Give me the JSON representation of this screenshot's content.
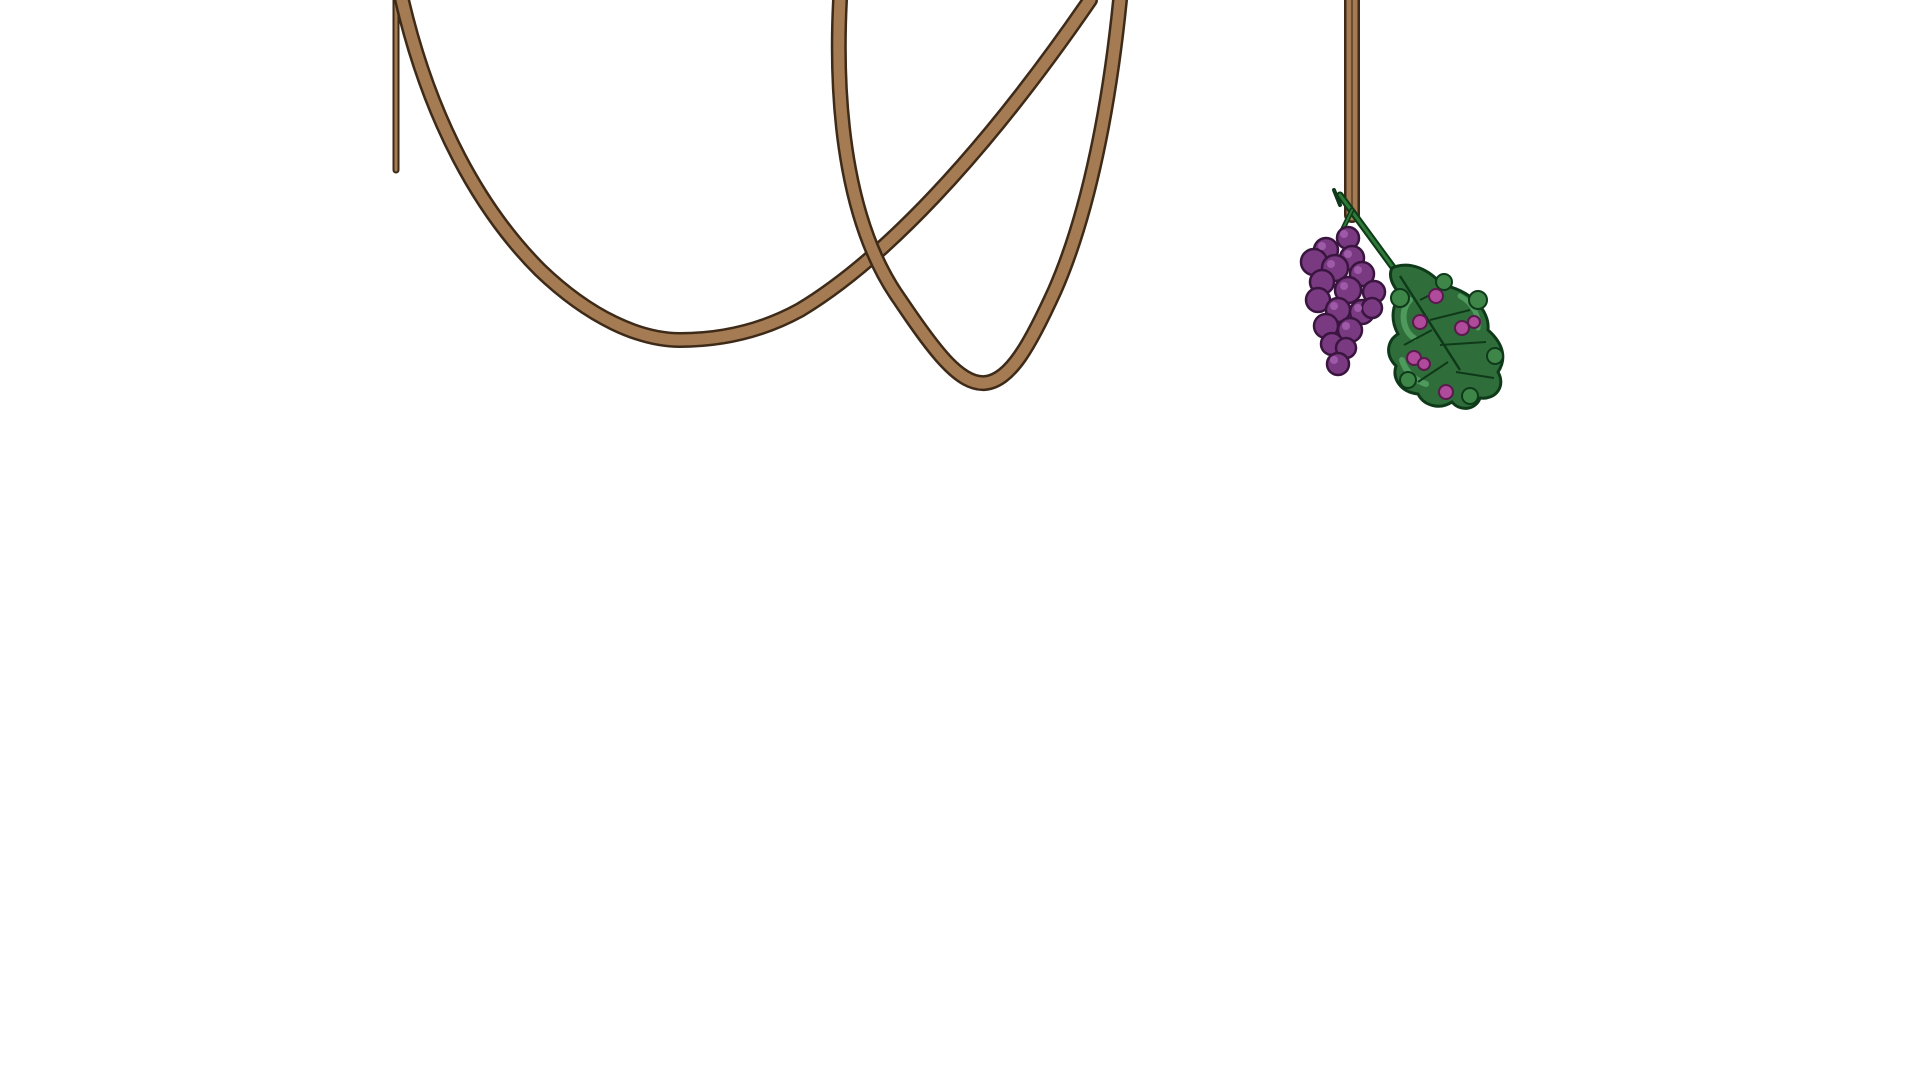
{
  "scene": {
    "colors": {
      "background": "#ffffff",
      "rope_fill": "#A47B52",
      "rope_outline": "#3E2A18",
      "grape_fill": "#7A3A82",
      "grape_outline": "#3A1540",
      "grape_highlight": "#9E5AA8",
      "leaf_fill": "#2F6E3A",
      "leaf_outline": "#0F3A1A",
      "leaf_highlight": "#4E9A5C",
      "berry_fill": "#B04A9A",
      "stem": "#2E7A36"
    },
    "elements": {
      "ropes": [
        "vine-rope-left-drop",
        "vine-rope-swag-1",
        "vine-rope-swag-2",
        "vine-rope-hanging"
      ],
      "decorations": [
        "grape-bunch-decoration",
        "herb-sprig-decoration"
      ]
    }
  }
}
